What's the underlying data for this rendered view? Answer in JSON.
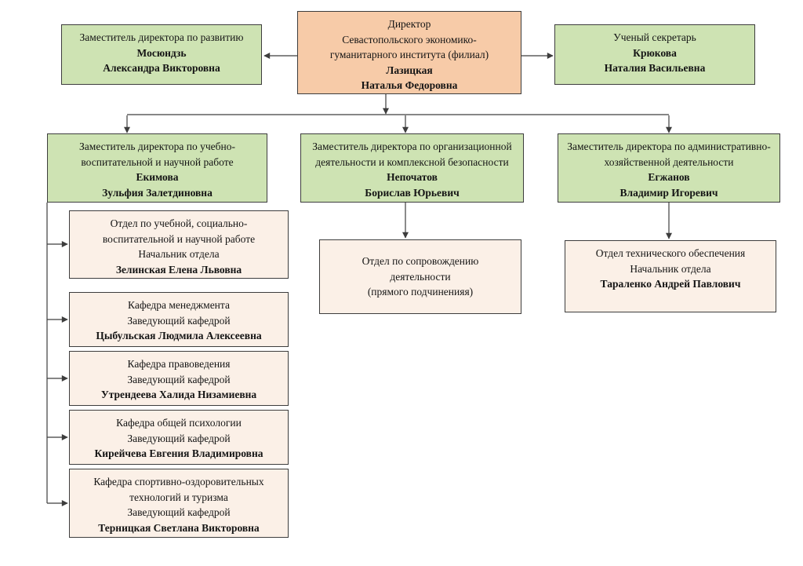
{
  "colors": {
    "director_fill": "#F7CBA8",
    "deputy_fill": "#CEE3B3",
    "dept_fill": "#FBF0E7",
    "border": "#3d3d3d",
    "line": "#3d3d3d"
  },
  "org_chart": {
    "director": {
      "lines": [
        {
          "text": "Директор",
          "bold": false
        },
        {
          "text": "Севастопольского экономико-",
          "bold": false
        },
        {
          "text": "гуманитарного института (филиал)",
          "bold": false
        },
        {
          "text": "Лазицкая",
          "bold": true
        },
        {
          "text": "Наталья Федоровна",
          "bold": true
        }
      ]
    },
    "deputy_development": {
      "lines": [
        {
          "text": "Заместитель директора по развитию",
          "bold": false
        },
        {
          "text": "Мосюндзь",
          "bold": true
        },
        {
          "text": "Александра Викторовна",
          "bold": true
        }
      ]
    },
    "academic_secretary": {
      "lines": [
        {
          "text": "Ученый секретарь",
          "bold": false
        },
        {
          "text": "Крюкова",
          "bold": true
        },
        {
          "text": "Наталия Васильевна",
          "bold": true
        }
      ]
    },
    "deputy_education": {
      "lines": [
        {
          "text": "Заместитель директора по учебно-",
          "bold": false
        },
        {
          "text": "воспитательной и научной работе",
          "bold": false
        },
        {
          "text": "Екимова",
          "bold": true
        },
        {
          "text": "Зульфия Залетдиновна",
          "bold": true
        }
      ]
    },
    "deputy_organizational": {
      "lines": [
        {
          "text": "Заместитель директора по организационной",
          "bold": false
        },
        {
          "text": "деятельности и комплексной безопасности",
          "bold": false
        },
        {
          "text": "Непочатов",
          "bold": true
        },
        {
          "text": "Борислав Юрьевич",
          "bold": true
        }
      ]
    },
    "deputy_administrative": {
      "lines": [
        {
          "text": "Заместитель директора по административно-",
          "bold": false
        },
        {
          "text": "хозяйственной деятельности",
          "bold": false
        },
        {
          "text": "Егжанов",
          "bold": true
        },
        {
          "text": "Владимир Игоревич",
          "bold": true
        }
      ]
    },
    "dept_edu_social": {
      "lines": [
        {
          "text": "Отдел по учебной, социально-",
          "bold": false
        },
        {
          "text": "воспитательной и научной работе",
          "bold": false
        },
        {
          "text": "Начальник отдела",
          "bold": false
        },
        {
          "text": "Зелинская Елена Львовна",
          "bold": true
        }
      ]
    },
    "dept_management": {
      "lines": [
        {
          "text": "Кафедра менеджмента",
          "bold": false
        },
        {
          "text": "Заведующий кафедрой",
          "bold": false
        },
        {
          "text": "Цыбульская Людмила Алексеевна",
          "bold": true
        }
      ]
    },
    "dept_law": {
      "lines": [
        {
          "text": "Кафедра правоведения",
          "bold": false
        },
        {
          "text": "Заведующий кафедрой",
          "bold": false
        },
        {
          "text": "Утрендеева Халида Низамиевна",
          "bold": true
        }
      ]
    },
    "dept_psychology": {
      "lines": [
        {
          "text": "Кафедра общей психологии",
          "bold": false
        },
        {
          "text": "Заведующий кафедрой",
          "bold": false
        },
        {
          "text": "Кирейчева Евгения Владимировна",
          "bold": true
        }
      ]
    },
    "dept_sport": {
      "lines": [
        {
          "text": "Кафедра спортивно-оздоровительных",
          "bold": false
        },
        {
          "text": "технологий и туризма",
          "bold": false
        },
        {
          "text": "Заведующий кафедрой",
          "bold": false
        },
        {
          "text": "Терницкая Светлана Викторовна",
          "bold": true
        }
      ]
    },
    "dept_support": {
      "lines": [
        {
          "text": "Отдел по сопровождению",
          "bold": false
        },
        {
          "text": "деятельности",
          "bold": false
        },
        {
          "text": "(прямого подчиненияя)",
          "bold": false
        }
      ]
    },
    "dept_technical": {
      "lines": [
        {
          "text": "Отдел технического обеспечения",
          "bold": false
        },
        {
          "text": "Начальник отдела",
          "bold": false
        },
        {
          "text": "Тараленко Андрей Павлович",
          "bold": true
        }
      ]
    }
  }
}
